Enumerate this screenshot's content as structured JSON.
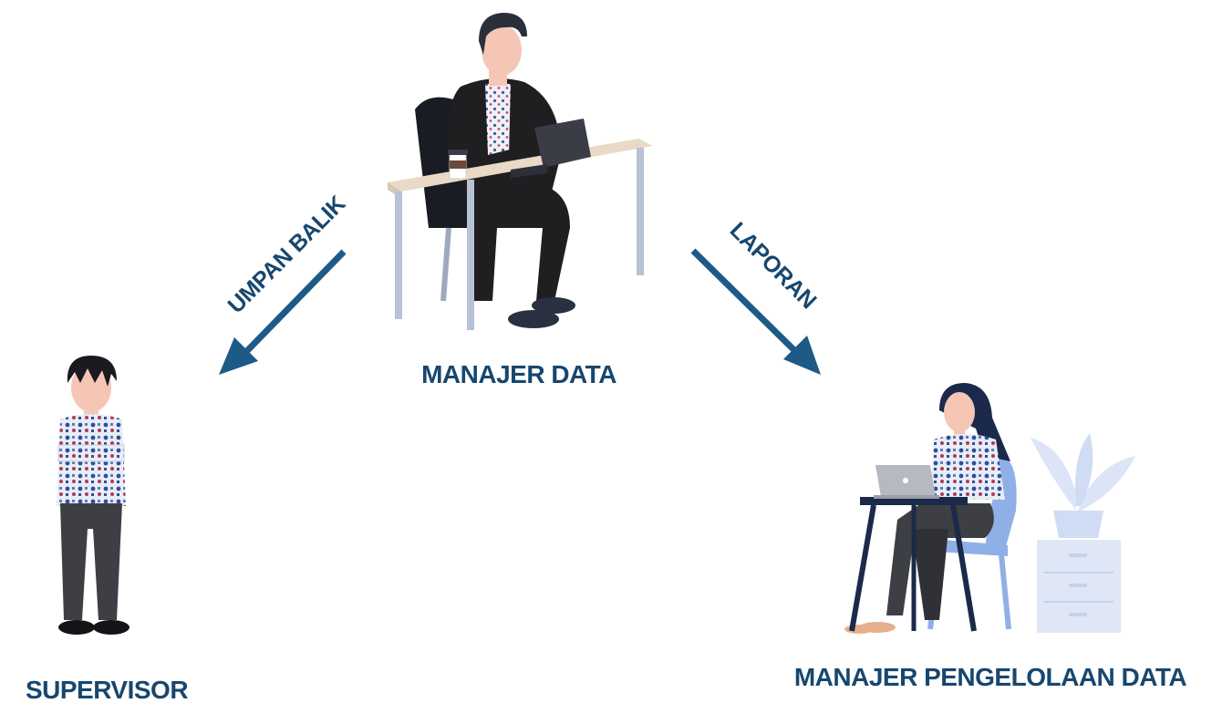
{
  "colors": {
    "text": "#17476f",
    "arrow": "#1e5a87",
    "suit": "#1f1f22",
    "skin": "#f6c6b4",
    "hair": "#2a2f3a",
    "batik_bg": "#e8edf5",
    "batik_accent": "#2f4f9a",
    "batik_red": "#b23a57",
    "desk_top": "#e9d9c6",
    "desk_leg": "#b8c2d6",
    "laptop": "#3a3d46",
    "pale_blue": "#c8d6ef",
    "chair_blue": "#8fb0e6",
    "navy": "#1b2a4a"
  },
  "roles": {
    "manager_data": "MANAJER DATA",
    "supervisor": "SUPERVISOR",
    "data_management_manager": "MANAJER PENGELOLAAN DATA"
  },
  "flows": {
    "feedback": "UMPAN BALIK",
    "report": "LAPORAN"
  },
  "icons": {
    "manager_data": "man-at-desk-with-laptop-icon",
    "supervisor": "standing-man-arms-crossed-icon",
    "data_management_manager": "woman-with-laptop-and-plant-icon"
  }
}
